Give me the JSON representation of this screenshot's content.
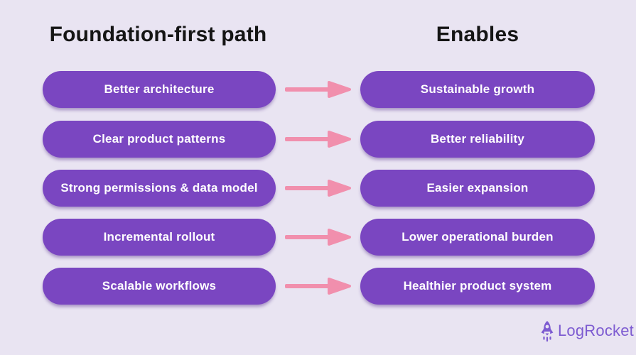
{
  "columns": {
    "left": {
      "title": "Foundation-first path"
    },
    "right": {
      "title": "Enables"
    }
  },
  "rows": [
    {
      "left": "Better architecture",
      "right": "Sustainable growth"
    },
    {
      "left": "Clear product patterns",
      "right": "Better reliability"
    },
    {
      "left": "Strong permissions & data model",
      "right": "Easier expansion"
    },
    {
      "left": "Incremental rollout",
      "right": "Lower operational burden"
    },
    {
      "left": "Scalable workflows",
      "right": "Healthier product system"
    }
  ],
  "branding": {
    "logo_text": "LogRocket"
  },
  "icons": {
    "connector": "arrow-right-icon",
    "logo": "rocket-icon"
  },
  "colors": {
    "background": "#e9e4f2",
    "pill": "#7a46c1",
    "pill_text": "#ffffff",
    "arrow": "#f18fad",
    "title": "#151515",
    "logo": "#7d5bd1"
  }
}
